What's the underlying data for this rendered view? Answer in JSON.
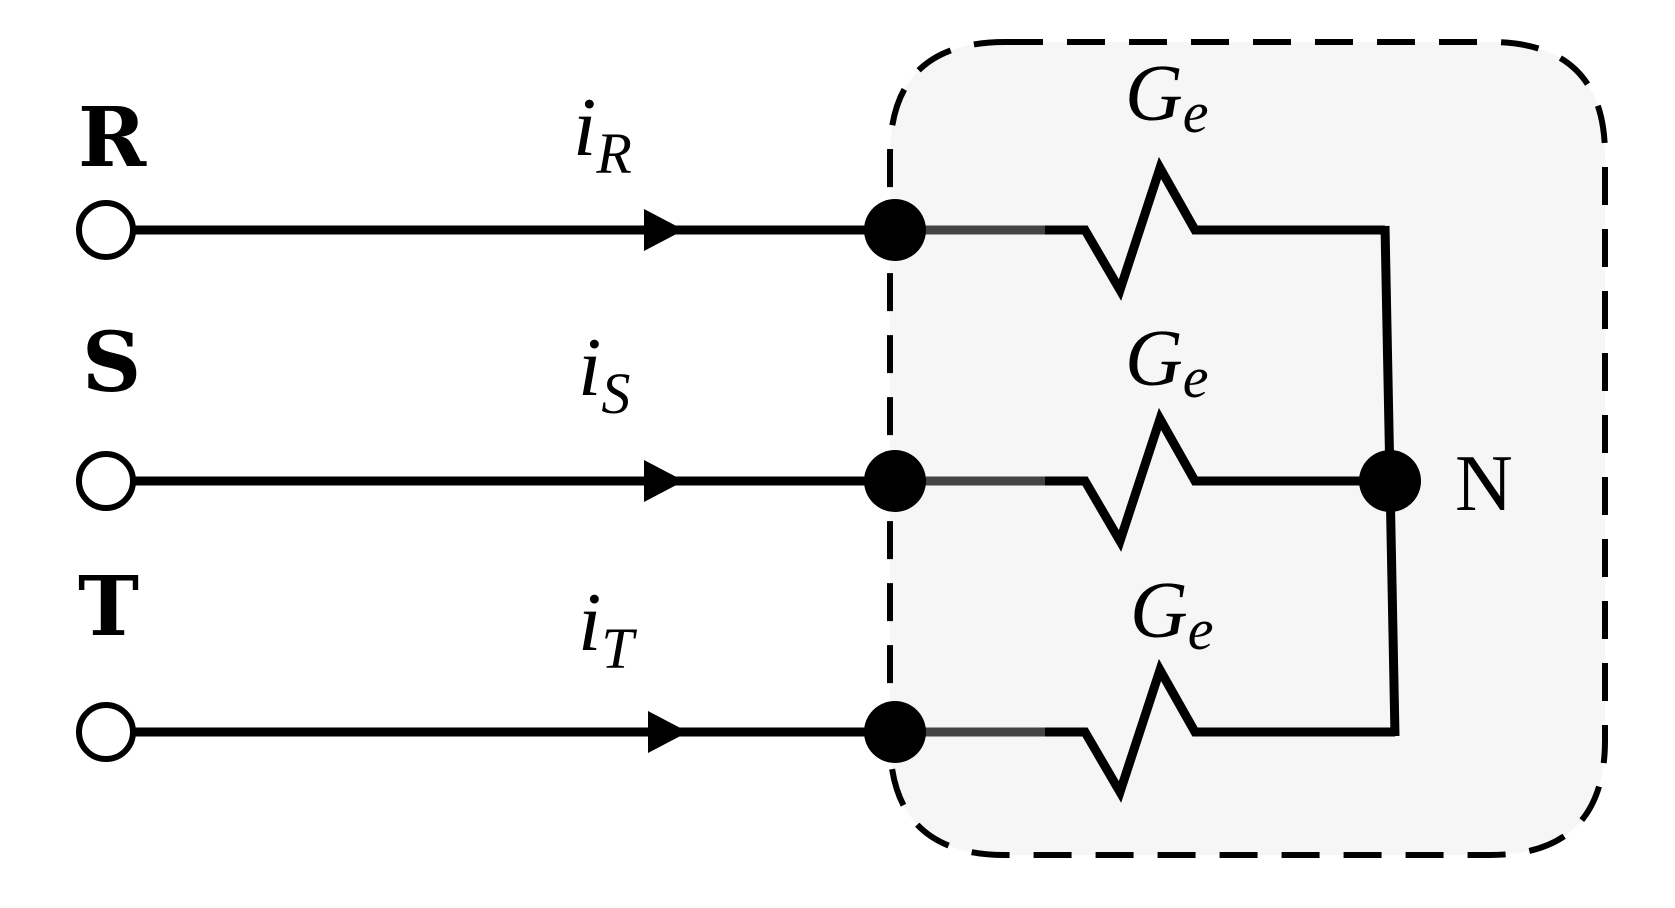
{
  "phases": [
    {
      "label": "R",
      "current_symbol": "i",
      "current_subscript": "R"
    },
    {
      "label": "S",
      "current_symbol": "i",
      "current_subscript": "S"
    },
    {
      "label": "T",
      "current_symbol": "i",
      "current_subscript": "T"
    }
  ],
  "conductance": {
    "symbol": "G",
    "subscript": "e"
  },
  "neutral": {
    "label": "N"
  },
  "colors": {
    "wire": "#000000",
    "load_box_fill": "#f7f6f7",
    "load_box_border": "#000000"
  }
}
